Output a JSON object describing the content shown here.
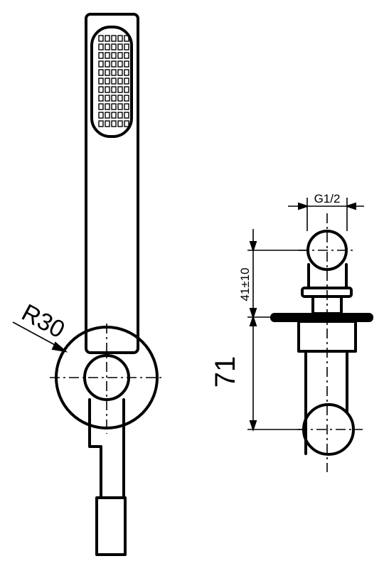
{
  "dimensions": {
    "radius": "R30",
    "thread": "G1/2",
    "height_tolerance": "41±10",
    "height": "71"
  }
}
